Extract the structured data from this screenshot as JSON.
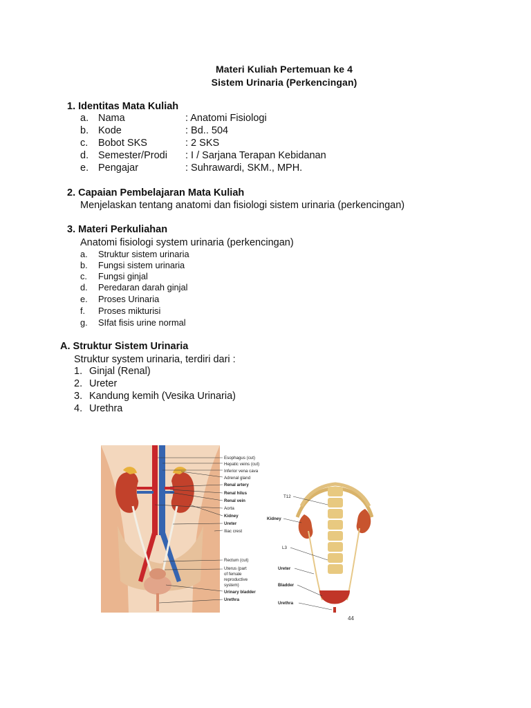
{
  "header": {
    "title_line1": "Materi Kuliah Pertemuan ke 4",
    "title_line2": "Sistem Urinaria (Perkencingan)"
  },
  "section1": {
    "heading": "1. Identitas Mata Kuliah",
    "rows": [
      {
        "letter": "a.",
        "key": "Nama",
        "value": ": Anatomi Fisiologi"
      },
      {
        "letter": "b.",
        "key": "Kode",
        "value": ": Bd.. 504"
      },
      {
        "letter": "c.",
        "key": "Bobot SKS",
        "value": ": 2 SKS"
      },
      {
        "letter": "d.",
        "key": "Semester/Prodi",
        "value": ": I / Sarjana Terapan Kebidanan"
      },
      {
        "letter": "e.",
        "key": "Pengajar",
        "value": ": Suhrawardi, SKM., MPH."
      }
    ]
  },
  "section2": {
    "heading": "2. Capaian Pembelajaran Mata Kuliah",
    "text": "Menjelaskan tentang anatomi dan fisiologi sistem urinaria (perkencingan)"
  },
  "section3": {
    "heading": "3. Materi Perkuliahan",
    "intro": "Anatomi fisiologi system urinaria (perkencingan)",
    "items": [
      {
        "letter": "a.",
        "text": "Struktur sistem urinaria"
      },
      {
        "letter": "b.",
        "text": "Fungsi sistem urinaria"
      },
      {
        "letter": "c.",
        "text": "Fungsi ginjal"
      },
      {
        "letter": "d.",
        "text": "Peredaran darah ginjal"
      },
      {
        "letter": "e.",
        "text": "Proses Urinaria"
      },
      {
        "letter": "f.",
        "text": "Proses mikturisi"
      },
      {
        "letter": "g.",
        "text": "SIfat fisis urine normal"
      }
    ]
  },
  "sectionA": {
    "heading": "A. Struktur Sistem Urinaria",
    "intro": "Struktur system urinaria, terdiri dari :",
    "items": [
      {
        "num": "1.",
        "text": "Ginjal (Renal)"
      },
      {
        "num": "2.",
        "text": "Ureter"
      },
      {
        "num": "3.",
        "text": "Kandung kemih (Vesika Urinaria)"
      },
      {
        "num": "4.",
        "text": "Urethra"
      }
    ]
  },
  "figure_left": {
    "labels": [
      "Esophagus (cut)",
      "Hepatic veins (cut)",
      "Inferior vena cava",
      "Adrenal gland",
      "Renal artery",
      "Renal hilus",
      "Renal vein",
      "Aorta",
      "Kidney",
      "Ureter",
      "Iliac crest",
      "Rectum (cut)",
      "Uterus (part",
      "of female",
      "reproductive",
      "system)",
      "Urinary bladder",
      "Urethra"
    ]
  },
  "figure_right": {
    "labels": [
      "T12",
      "Kidney",
      "L3",
      "Ureter",
      "Bladder",
      "Urethra"
    ]
  },
  "page_number": "44"
}
